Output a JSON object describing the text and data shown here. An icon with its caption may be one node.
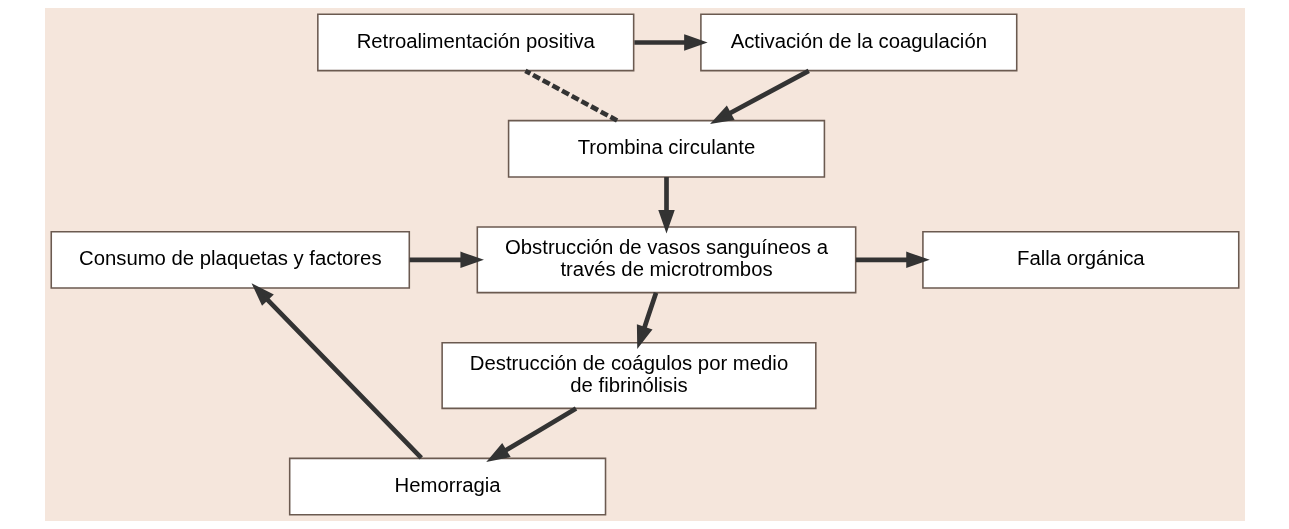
{
  "diagram": {
    "nodes": [
      {
        "text": [
          "Activación de la coagulación"
        ]
      },
      {
        "text": [
          "Retroalimentación positiva"
        ]
      },
      {
        "text": [
          "Trombina circulante"
        ]
      },
      {
        "text": [
          "Obstrucción de vasos sanguíneos a través de microtrombos"
        ]
      },
      {
        "text": [
          "Falla orgánica"
        ]
      },
      {
        "text": [
          "Consumo de plaquetas y factores"
        ]
      },
      {
        "text": [
          "Destrucción de coágulos por medio de fibrinólisis"
        ]
      },
      {
        "text": [
          "Hemorragia"
        ]
      }
    ],
    "edges": [
      {
        "from": 0,
        "to": 2,
        "arrow": "to"
      },
      {
        "from": 1,
        "to": 0,
        "arrow": "to"
      },
      {
        "from": 2,
        "to": 1,
        "arrow": "none",
        "style": "dashed"
      },
      {
        "from": 2,
        "to": 3,
        "arrow": "to"
      },
      {
        "from": 3,
        "to": 4,
        "arrow": "to"
      },
      {
        "from": 3,
        "to": 6,
        "arrow": "to"
      },
      {
        "from": 6,
        "to": 7,
        "arrow": "to"
      },
      {
        "from": 7,
        "to": 5,
        "arrow": "to"
      },
      {
        "from": 5,
        "to": 3,
        "arrow": "to"
      }
    ]
  }
}
